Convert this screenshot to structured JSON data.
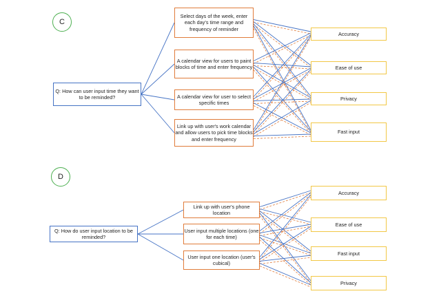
{
  "colors": {
    "question_border": "#4472c4",
    "option_border": "#e07b39",
    "criterion_border": "#f2c744",
    "badge_border": "#4caf50",
    "solid_link": "#4472c4",
    "dashed_link": "#e07b39"
  },
  "sections": [
    {
      "label": "C",
      "question": "Q: How can user input time they want to be reminded?",
      "options": [
        "Select days of the week, enter each day's time range and frequency of reminder",
        "A calendar view for users to paint blocks of time and enter frequency",
        "A calendar view for user to select specific times",
        "Link up with user's work calendar and allow users to pick time blocks and enter frequency"
      ],
      "criteria": [
        "Accuracy",
        "Ease of use",
        "Privacy",
        "Fast input"
      ]
    },
    {
      "label": "D",
      "question": "Q: How do user input location to be reminded?",
      "options": [
        "Link up with user's phone location",
        "User input multiple  locations (one for each time)",
        "User input one location (user's cubical)"
      ],
      "criteria": [
        "Accuracy",
        "Ease of use",
        "Fast input",
        "Privacy"
      ]
    }
  ]
}
